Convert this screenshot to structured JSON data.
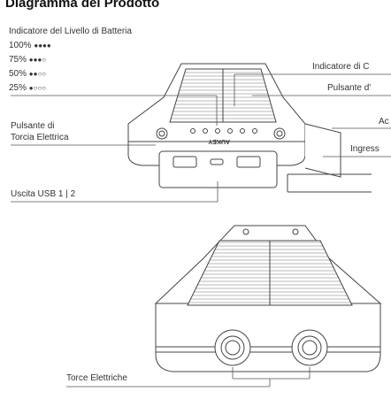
{
  "title": "Diagramma del Prodotto",
  "battery_legend": {
    "heading": "Indicatore del Livello di Batteria",
    "rows": [
      {
        "pct": "100%",
        "dots": "●●●●"
      },
      {
        "pct": "75%",
        "dots": "●●●○"
      },
      {
        "pct": "50%",
        "dots": "●●○○"
      },
      {
        "pct": "25%",
        "dots": "●○○○"
      }
    ]
  },
  "labels": {
    "charge_indicator": "Indicatore di C",
    "power_button": "Pulsante d'",
    "ac": "Ac",
    "input": "Ingress",
    "torch_button_line1": "Pulsante di",
    "torch_button_line2": "Torcia Elettrica",
    "usb_output": "Uscita USB 1  |  2",
    "torches": "Torce Elettriche",
    "brand": "AUKEY"
  }
}
